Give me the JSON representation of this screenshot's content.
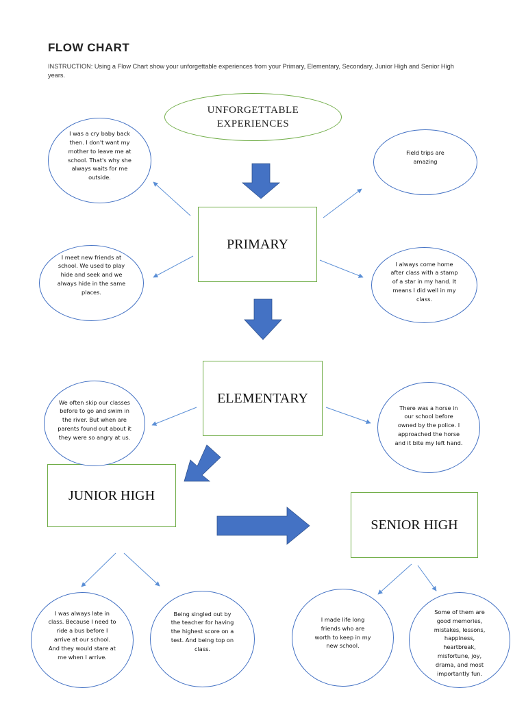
{
  "header": {
    "title": "FLOW CHART",
    "instruction": "INSTRUCTION: Using a Flow Chart show your unforgettable experiences from your Primary, Elementary, Secondary, Junior High and Senior High years."
  },
  "diagram": {
    "root": "UNFORGETTABLE EXPERIENCES",
    "stages": {
      "primary": "PRIMARY",
      "elementary": "ELEMENTARY",
      "junior_high": "JUNIOR HIGH",
      "senior_high": "SENIOR HIGH"
    },
    "memories": {
      "primary_top_left": "I was a cry baby back then. I don't want my mother to leave me at school. That's why she always waits for me outside.",
      "primary_bottom_left": "I meet new friends at school. We used to play hide and seek and we always hide in the same places.",
      "primary_top_right": "Field trips are amazing",
      "primary_bottom_right": "I always come home after class with a stamp of a star in my hand.  It means I did well in my class.",
      "elementary_left": "We often skip our classes before to go and swim in the river. But when are parents found out about it they were so angry at us.",
      "elementary_right": "There was a horse in our school before owned by the police. I approached the horse and it bite my left hand.",
      "junior_left": "I was always late in class. Because I need to ride a bus before I arrive at our school. And they would stare at me when I arrive.",
      "junior_right": "Being singled out by the teacher for having the highest score on a test. And being top on class.",
      "senior_left": "I made life long friends who are worth to keep in my new school.",
      "senior_right": "Some of them are good memories, mistakes, lessons, happiness, heartbreak, misfortune, joy, drama, and most importantly fun."
    },
    "colors": {
      "box_border": "#70ad47",
      "ellipse_border": "#4472c4",
      "arrow_fill": "#4472c4",
      "connector": "#5b8fd6"
    }
  }
}
